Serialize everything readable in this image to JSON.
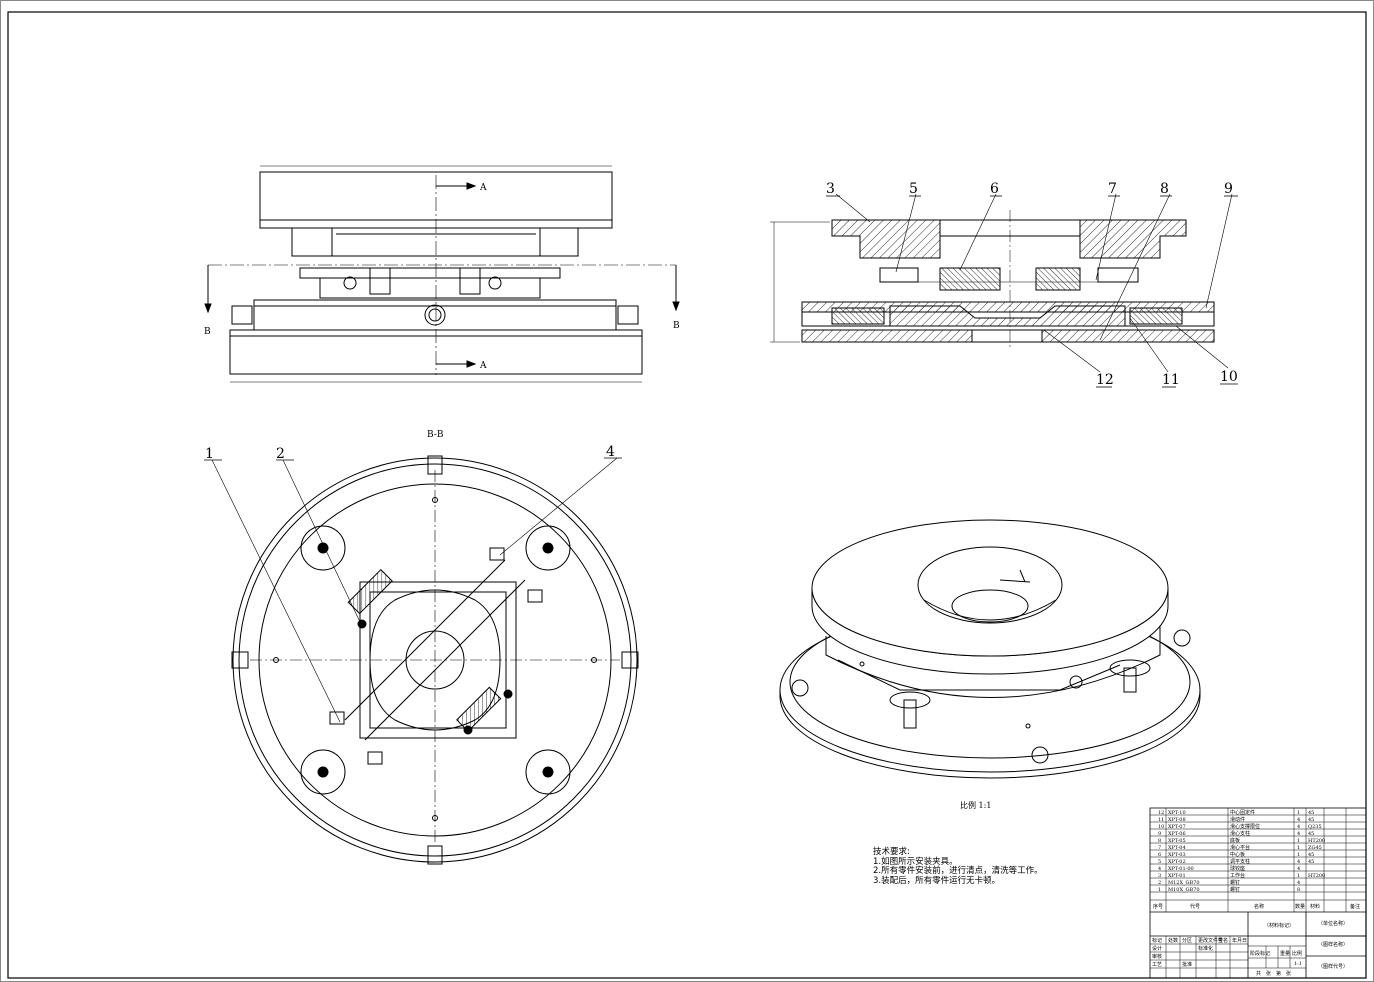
{
  "front_view": {
    "section_marks": [
      "A",
      "A",
      "B",
      "B"
    ]
  },
  "section_view": {
    "callouts": [
      "3",
      "5",
      "6",
      "7",
      "8",
      "9",
      "12",
      "11",
      "10"
    ]
  },
  "top_view": {
    "title": "B-B",
    "callouts": [
      "1",
      "2",
      "4"
    ]
  },
  "iso_view": {
    "scale_label": "比例 1:1"
  },
  "tech_requirements": {
    "heading": "技术要求:",
    "lines": [
      "1.如图所示安装夹具。",
      "2.所有零件安装前，进行清点，清洗等工作。",
      "3.装配后，所有零件运行无卡顿。"
    ]
  },
  "title_block": {
    "bom_rows": [
      {
        "no": "12",
        "code": "XPT-10",
        "name": "中心固定件",
        "qty": "1",
        "mat": "45"
      },
      {
        "no": "11",
        "code": "XPT-08",
        "name": "滑动件",
        "qty": "4",
        "mat": "45"
      },
      {
        "no": "10",
        "code": "XPT-07",
        "name": "滑心支撑限位",
        "qty": "4",
        "mat": "Q235"
      },
      {
        "no": "9",
        "code": "XPT-06",
        "name": "滑心支柱",
        "qty": "4",
        "mat": "45"
      },
      {
        "no": "8",
        "code": "XPT-05",
        "name": "底板",
        "qty": "1",
        "mat": "HT200"
      },
      {
        "no": "7",
        "code": "XPT-04",
        "name": "滑心平台",
        "qty": "1",
        "mat": "ZG45"
      },
      {
        "no": "6",
        "code": "XPT-03",
        "name": "中心板",
        "qty": "1",
        "mat": "45"
      },
      {
        "no": "5",
        "code": "XPT-02",
        "name": "调平支柱",
        "qty": "4",
        "mat": "45"
      },
      {
        "no": "4",
        "code": "XPT-01-00",
        "name": "球铰座",
        "qty": "4",
        "mat": ""
      },
      {
        "no": "3",
        "code": "XPT-01",
        "name": "工作台",
        "qty": "1",
        "mat": "HT200"
      },
      {
        "no": "2",
        "code": "M12X_GB70",
        "name": "螺钉",
        "qty": "4",
        "mat": ""
      },
      {
        "no": "1",
        "code": "M10X_GB70",
        "name": "螺钉",
        "qty": "8",
        "mat": ""
      }
    ],
    "header": {
      "no": "序号",
      "code": "代号",
      "name": "名称",
      "qty": "数量",
      "mat": "材料",
      "note": "备注"
    },
    "material_mark": "（材料标记）",
    "drawing_name": "（图样名称）",
    "drawing_code": "（图样代号）",
    "unit_label": "（单位名称）",
    "scale_value": "1:1",
    "labels": [
      "标记",
      "处数",
      "分区",
      "更改文件号",
      "签名",
      "年月日",
      "设计",
      "标准化",
      "阶段标记",
      "重量",
      "比例",
      "审核",
      "工艺",
      "批准",
      "共",
      "张",
      "第",
      "张"
    ]
  }
}
